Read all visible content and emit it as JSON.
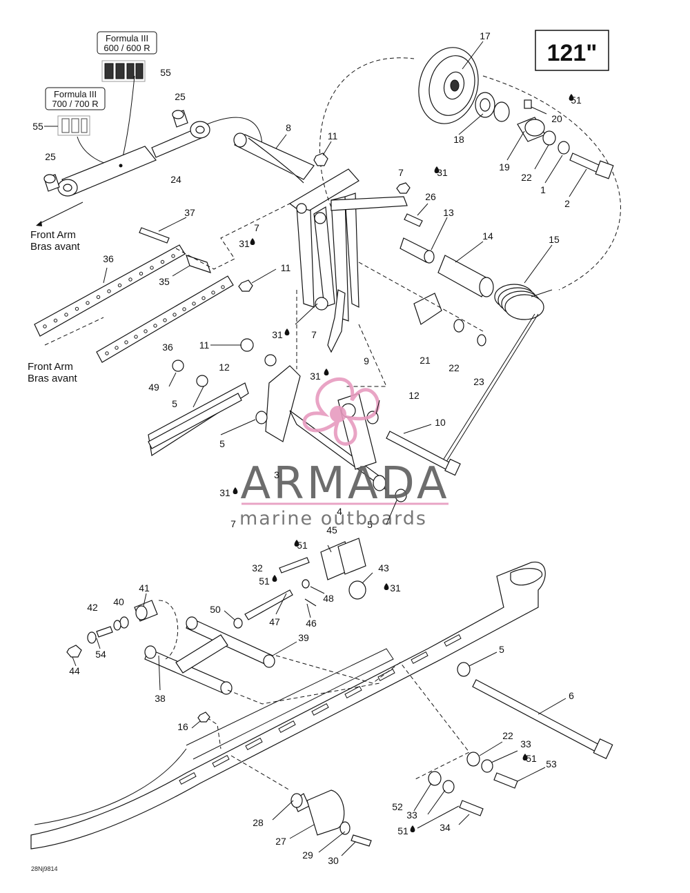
{
  "size_label": "121\"",
  "model_labels": [
    {
      "line1": "Formula III",
      "line2": "600 / 600 R"
    },
    {
      "line1": "Formula III",
      "line2": "700 / 700 R"
    }
  ],
  "callouts": [
    {
      "text": "Front Arm",
      "line2": "Bras avant"
    },
    {
      "text": "Front Arm",
      "line2": "Bras avant"
    }
  ],
  "part_numbers": {
    "p1": "1",
    "p2": "2",
    "p3": "3",
    "p4": "4",
    "p5a": "5",
    "p5b": "5",
    "p5c": "5",
    "p5d": "5",
    "p6": "6",
    "p7a": "7",
    "p7b": "7",
    "p7c": "7",
    "p7d": "7",
    "p8": "8",
    "p9": "9",
    "p10": "10",
    "p11a": "11",
    "p11b": "11",
    "p11c": "11",
    "p12a": "12",
    "p12b": "12",
    "p13": "13",
    "p14": "14",
    "p15": "15",
    "p16": "16",
    "p17": "17",
    "p18": "18",
    "p19": "19",
    "p20": "20",
    "p21": "21",
    "p22a": "22",
    "p22b": "22",
    "p22c": "22",
    "p23": "23",
    "p24": "24",
    "p25a": "25",
    "p25b": "25",
    "p26": "26",
    "p27": "27",
    "p28": "28",
    "p29": "29",
    "p30": "30",
    "p31a": "31",
    "p31b": "31",
    "p31c": "31",
    "p31d": "31",
    "p31e": "31",
    "p31f": "31",
    "p32": "32",
    "p33a": "33",
    "p33b": "33",
    "p34": "34",
    "p35": "35",
    "p36a": "36",
    "p36b": "36",
    "p37": "37",
    "p38": "38",
    "p39": "39",
    "p40": "40",
    "p41": "41",
    "p42": "42",
    "p43": "43",
    "p44": "44",
    "p45": "45",
    "p46": "46",
    "p47": "47",
    "p48": "48",
    "p49": "49",
    "p50": "50",
    "p51a": "51",
    "p51b": "51",
    "p51c": "51",
    "p51d": "51",
    "p51e": "51",
    "p52": "52",
    "p53": "53",
    "p54": "54",
    "p55a": "55",
    "p55b": "55"
  },
  "watermark": {
    "brand": "ARMADA",
    "tagline": "marine outboards"
  },
  "drawing_code": "28Nj9814"
}
